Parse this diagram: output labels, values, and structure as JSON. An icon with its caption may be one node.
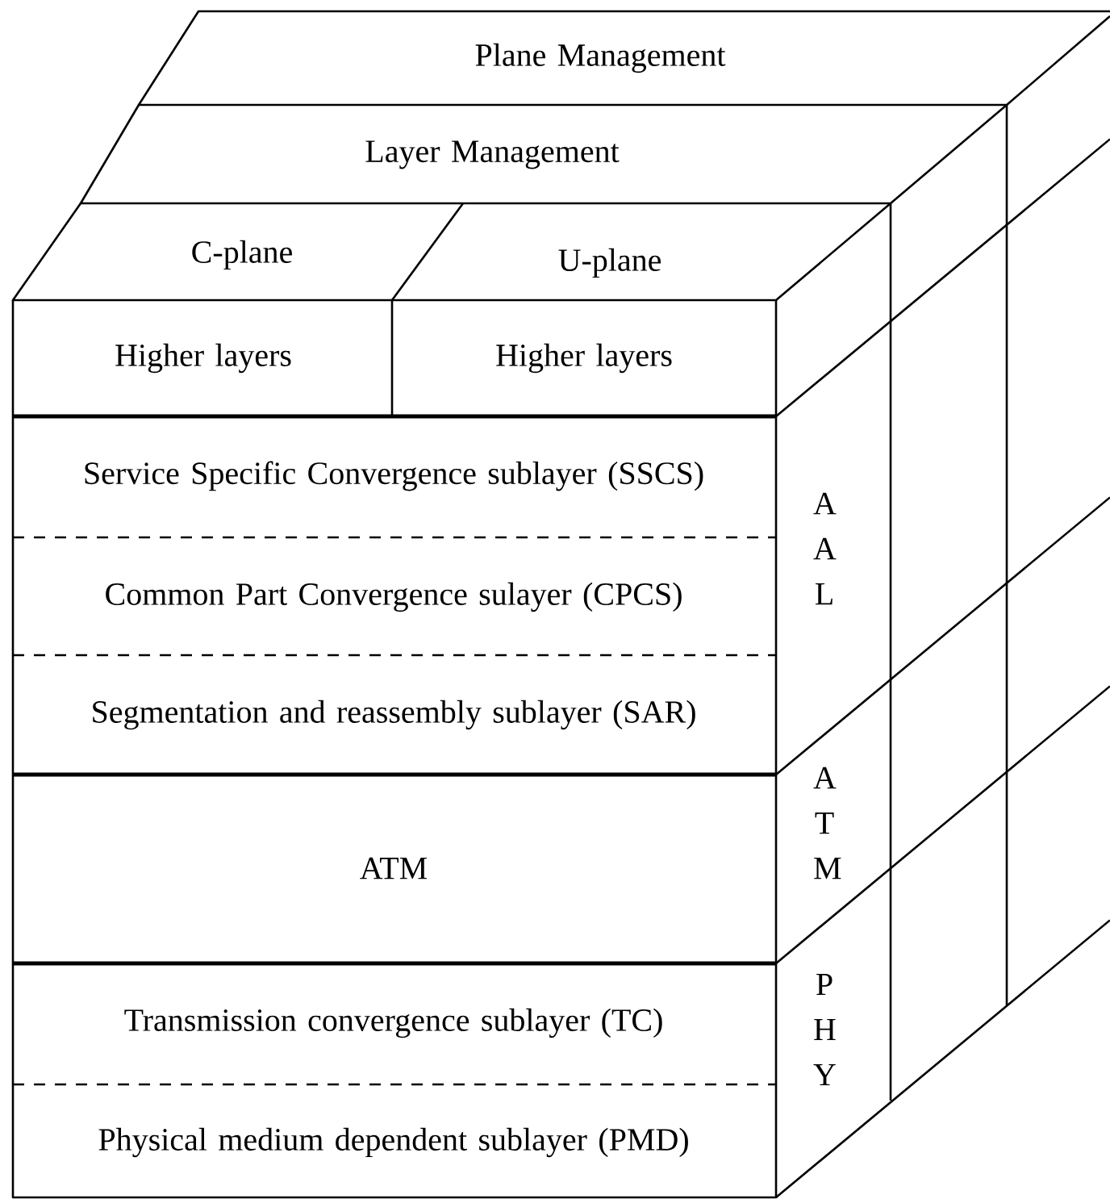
{
  "diagram": {
    "nodes": [
      {
        "text": [
          "Plane Management"
        ]
      },
      {
        "text": [
          "Layer Management"
        ]
      },
      {
        "text": [
          "C-plane"
        ]
      },
      {
        "text": [
          "U-plane"
        ]
      },
      {
        "text": [
          "Higher layers"
        ]
      },
      {
        "text": [
          "Higher layers"
        ]
      },
      {
        "text": [
          "Service Specific Convergence sublayer (SSCS)"
        ]
      },
      {
        "text": [
          "Common Part Convergence sulayer (CPCS)"
        ]
      },
      {
        "text": [
          "Segmentation and reassembly sublayer (SAR)"
        ]
      },
      {
        "text": [
          "ATM"
        ]
      },
      {
        "text": [
          "Transmission convergence sublayer (TC)"
        ]
      },
      {
        "text": [
          "Physical medium dependent sublayer (PMD)"
        ]
      }
    ],
    "labels": [
      "A A L",
      "A T M",
      "P H Y"
    ]
  }
}
